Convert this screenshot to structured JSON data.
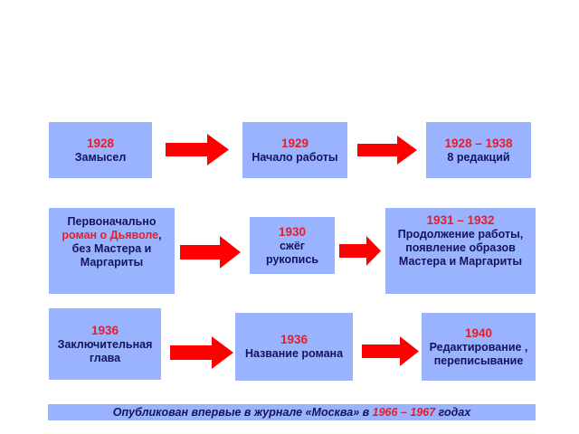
{
  "diagram": {
    "colors": {
      "box_fill": "#99b3ff",
      "arrow": "#ff0000",
      "year": "#e51e2a",
      "text": "#14145c"
    },
    "row1": [
      {
        "year": "1928",
        "text": "Замысел"
      },
      {
        "year": "1929",
        "text": "Начало работы"
      },
      {
        "year": "1928 – 1938",
        "text": "8 редакций"
      }
    ],
    "row2": [
      {
        "line1": "Первоначально",
        "highlight": "роман о Дьяволе",
        "after_highlight": ",",
        "line3": "без Мастера и",
        "line4": "Маргариты"
      },
      {
        "year": "1930",
        "line1": "сжёг",
        "line2": "рукопись"
      },
      {
        "year": "1931 – 1932",
        "line1": "Продолжение работы,",
        "line2": "появление образов",
        "line3": "Мастера и Маргариты"
      }
    ],
    "row3": [
      {
        "year": "1936",
        "line1": "Заключительная",
        "line2": "глава"
      },
      {
        "year": "1936",
        "line1": "Название романа"
      },
      {
        "year": "1940",
        "line1": "Редактирование ,",
        "line2": "переписывание"
      }
    ],
    "footer": {
      "prefix": "Опубликован впервые в журнале «Москва» в ",
      "years": "1966 – 1967",
      "suffix": " годах"
    }
  }
}
